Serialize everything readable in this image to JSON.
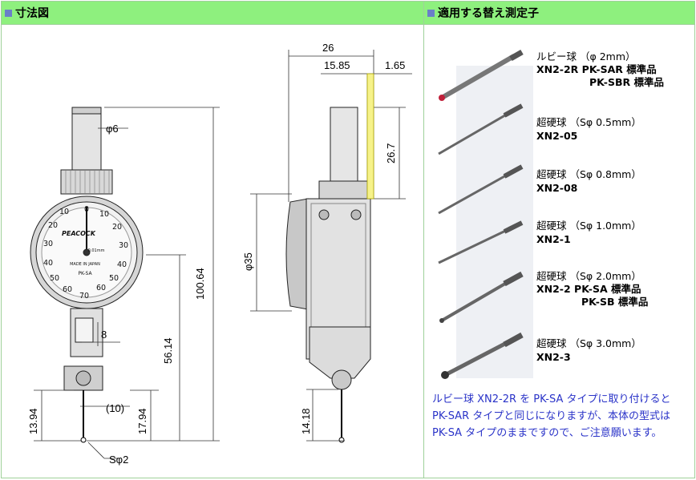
{
  "sections": {
    "left_title": "寸法図",
    "right_title": "適用する替え測定子"
  },
  "dimensions": {
    "phi6": "φ6",
    "d26": "26",
    "d15_85": "15.85",
    "d1_65": "1.65",
    "d26_7": "26.7",
    "phi35": "φ35",
    "d100_64": "100.64",
    "d8": "8",
    "d56_14": "56.14",
    "d13_94": "13.94",
    "d10": "(10)",
    "d17_94": "17.94",
    "d14_18": "14.18",
    "sphi2": "Sφ2"
  },
  "dial": {
    "brand": "PEACOCK",
    "made_in": "MADE IN JAPAN",
    "model": "PK-SA",
    "unit": "0.01mm",
    "numbers": [
      "10",
      "0",
      "10",
      "20",
      "20",
      "30",
      "30",
      "40",
      "40",
      "50",
      "50",
      "60",
      "60",
      "70"
    ]
  },
  "tips": [
    {
      "line1": "ルビー球 （φ 2mm）",
      "line2": "XN2-2R PK-SAR 標準品",
      "line3": "PK-SBR 標準品"
    },
    {
      "line1": "超硬球 （Sφ 0.5mm）",
      "line2": "XN2-05",
      "line3": ""
    },
    {
      "line1": "超硬球 （Sφ 0.8mm）",
      "line2": "XN2-08",
      "line3": ""
    },
    {
      "line1": "超硬球 （Sφ 1.0mm）",
      "line2": "XN2-1",
      "line3": ""
    },
    {
      "line1": "超硬球 （Sφ 2.0mm）",
      "line2": "XN2-2 PK-SA 標準品",
      "line3": "PK-SB 標準品"
    },
    {
      "line1": "超硬球 （Sφ 3.0mm）",
      "line2": "XN2-3",
      "line3": ""
    }
  ],
  "note": "ルビー球 XN2-2R を PK-SA タイプに取り付けると PK-SAR タイプと同じになりますが、本体の型式は PK-SA タイプのままですので、ご注意願います。",
  "colors": {
    "header_bg": "#8ef07e",
    "border": "#9fd19a",
    "note_text": "#2a33c8",
    "ruby": "#c0203a"
  }
}
